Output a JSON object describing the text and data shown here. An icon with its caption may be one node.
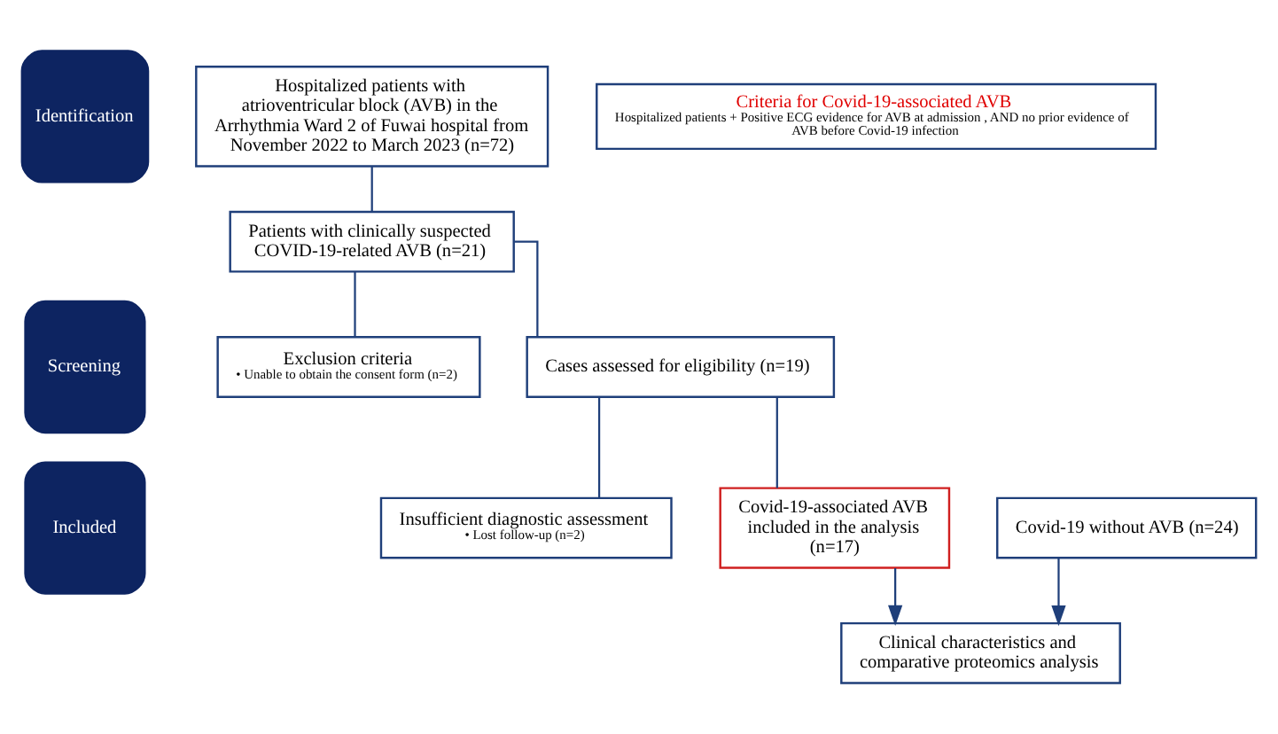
{
  "diagram": {
    "nodes": [
      {
        "text": [
          "Identification"
        ]
      },
      {
        "text": [
          "Hospitalized patients with atrioventricular block (AVB) in the Arrhythmia Ward 2 of Fuwai hospital from November 2022 to March 2023 (n=72)"
        ]
      },
      {
        "text": [
          "Criteria for Covid-19-associated AVB",
          "Hospitalized patients + Positive ECG evidence for AVB at admission , AND no prior evidence of AVB before Covid-19 infection"
        ]
      },
      {
        "text": [
          "Patients with clinically suspected COVID-19-related AVB (n=21)"
        ]
      },
      {
        "text": [
          "Screening"
        ]
      },
      {
        "text": [
          "Exclusion criteria",
          "• Unable to obtain the consent form (n=2)"
        ]
      },
      {
        "text": [
          "Cases assessed for eligibility (n=19)"
        ]
      },
      {
        "text": [
          "Insufficient diagnostic assessment",
          "• Lost follow-up (n=2)"
        ]
      },
      {
        "text": [
          "Included"
        ]
      },
      {
        "text": [
          "Covid-19-associated AVB included in the analysis (n=17)"
        ]
      },
      {
        "text": [
          "Covid-19 without AVB (n=24)"
        ]
      },
      {
        "text": [
          "Clinical characteristics and comparative proteomics analysis"
        ]
      }
    ],
    "edges": [
      {
        "from": 1,
        "to": 3,
        "arrow": "none"
      },
      {
        "from": 3,
        "to": 6,
        "arrow": "none"
      },
      {
        "from": 3,
        "to": 5,
        "arrow": "none"
      },
      {
        "from": 6,
        "to": 9,
        "arrow": "none"
      },
      {
        "from": 6,
        "to": 7,
        "arrow": "none"
      },
      {
        "from": 9,
        "to": 11,
        "arrow": "to"
      },
      {
        "from": 10,
        "to": 11,
        "arrow": "to"
      }
    ]
  }
}
